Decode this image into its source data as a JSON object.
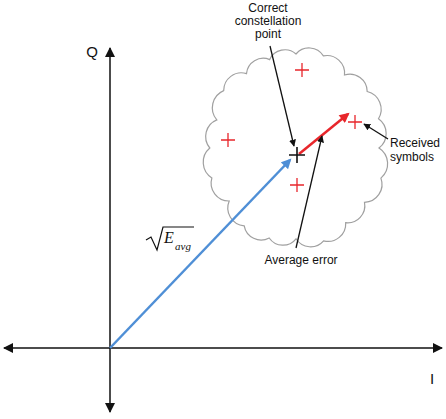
{
  "diagram": {
    "labels": [
      "Correct constellation point",
      "Q",
      "I",
      "E",
      "avg",
      "Received symbols",
      "Average error"
    ]
  }
}
